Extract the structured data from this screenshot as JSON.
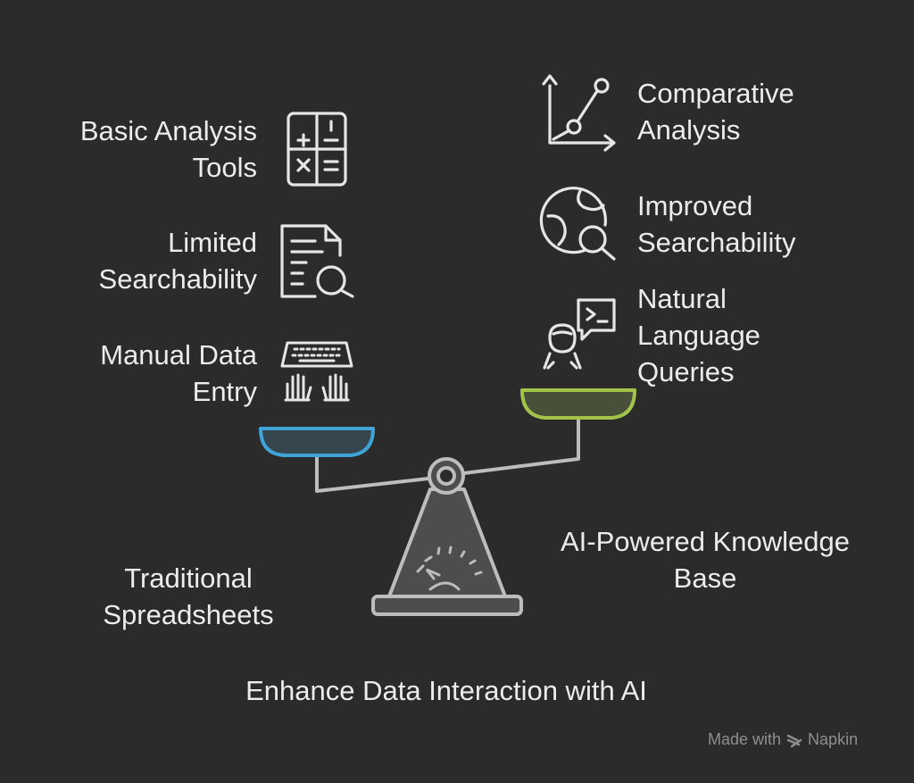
{
  "title": "Enhance Data Interaction with AI",
  "left_side": {
    "title_line1": "Traditional",
    "title_line2": "Spreadsheets",
    "items": [
      {
        "line1": "Basic Analysis",
        "line2": "Tools",
        "icon": "calculator-icon"
      },
      {
        "line1": "Limited",
        "line2": "Searchability",
        "icon": "document-search-icon"
      },
      {
        "line1": "Manual Data",
        "line2": "Entry",
        "icon": "keyboard-typing-icon"
      }
    ]
  },
  "right_side": {
    "title_line1": "AI-Powered Knowledge",
    "title_line2": "Base",
    "items": [
      {
        "line1": "Comparative",
        "line2": "Analysis",
        "icon": "line-graph-icon"
      },
      {
        "line1": "Improved",
        "line2": "Searchability",
        "icon": "globe-search-icon"
      },
      {
        "line1": "Natural",
        "line2": "Language",
        "line3": "Queries",
        "icon": "person-terminal-icon"
      }
    ]
  },
  "watermark": {
    "prefix": "Made with",
    "brand": "Napkin"
  },
  "colors": {
    "background": "#2b2b2b",
    "left_pan_stroke": "#3fa3d8",
    "left_pan_fill": "#36464f",
    "right_pan_stroke": "#a3c44a",
    "right_pan_fill": "#485039",
    "scale_stroke": "#bdbdbd",
    "scale_fill": "#4a4a4a"
  }
}
